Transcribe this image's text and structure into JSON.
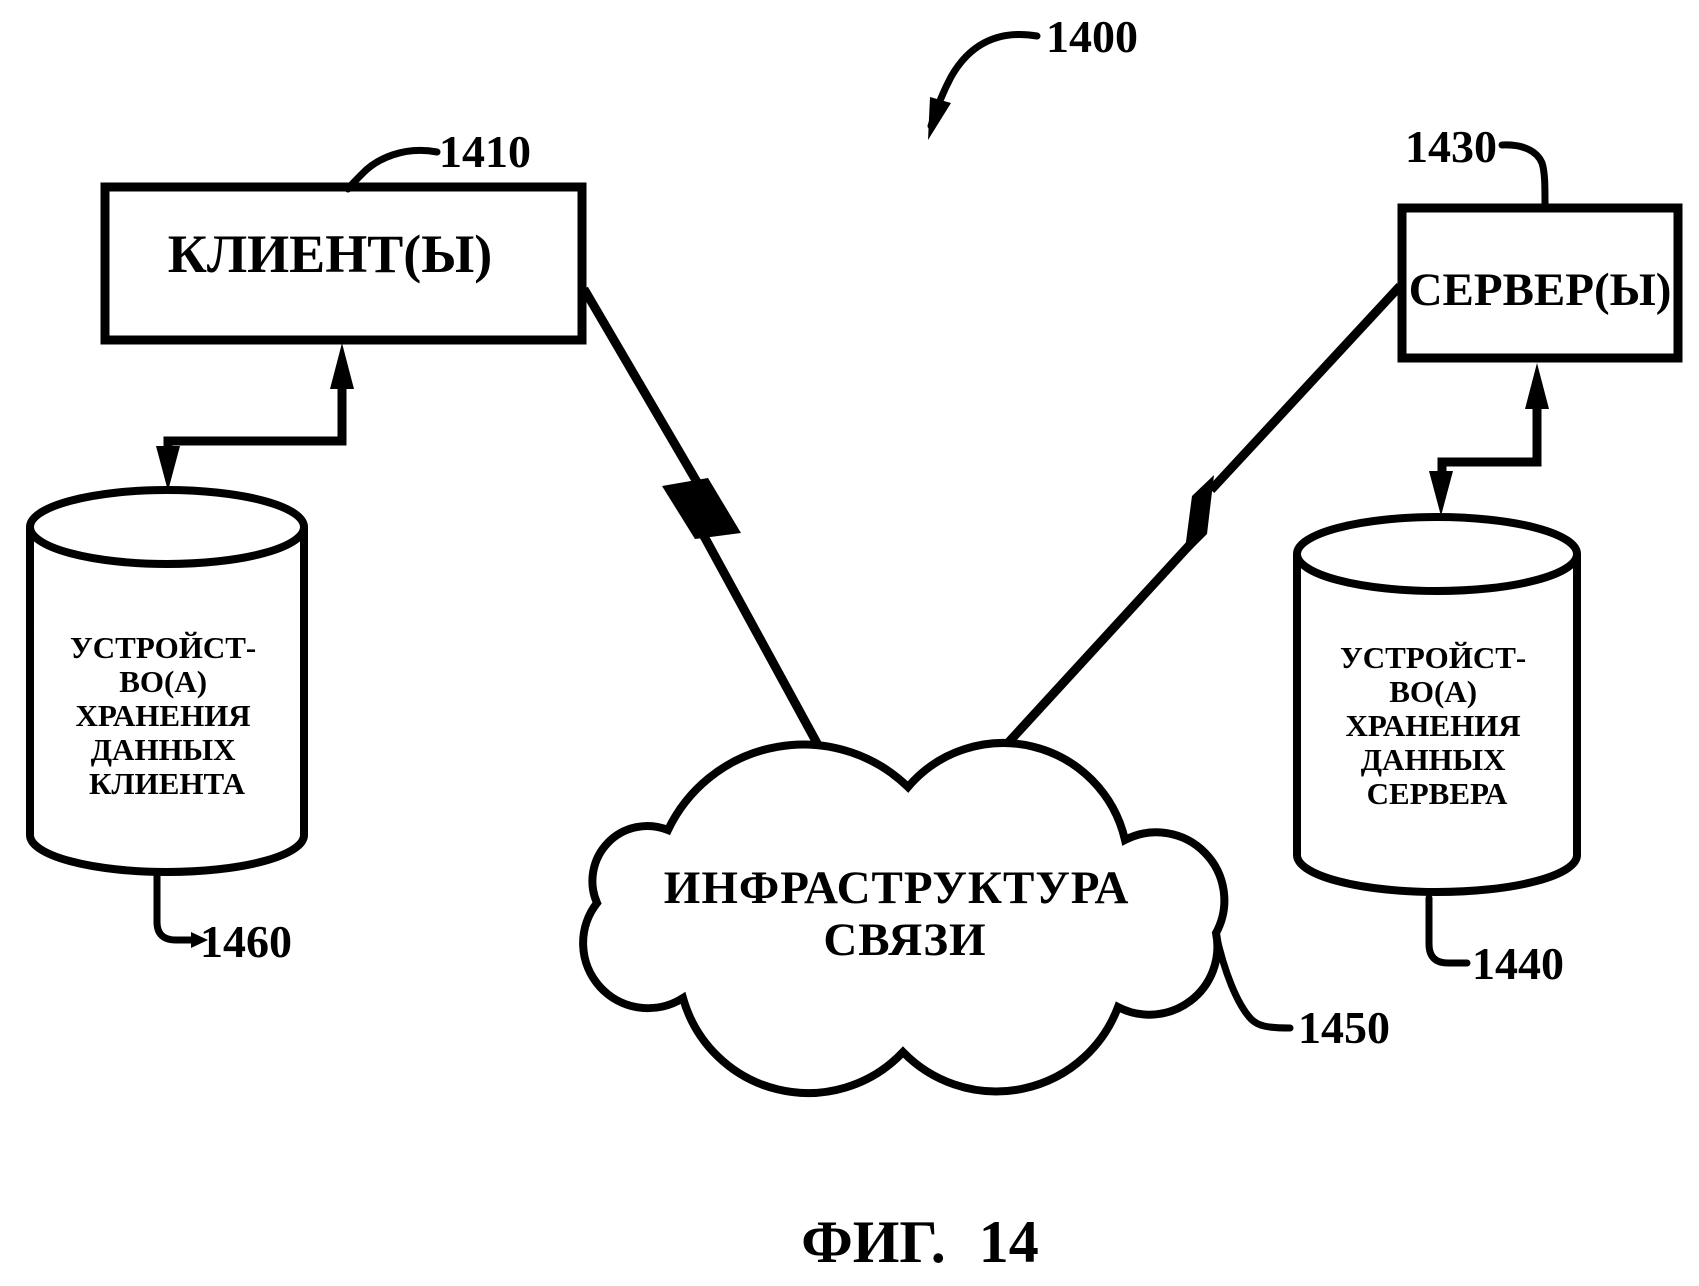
{
  "figure": {
    "ref": "1400",
    "caption": "ФИГ. 14"
  },
  "client": {
    "label": "КЛИЕНТ(Ы)",
    "ref": "1410"
  },
  "server": {
    "label": "СЕРВЕР(Ы)",
    "ref": "1430"
  },
  "client_storage": {
    "lines": [
      "УСТРОЙСТ-",
      "ВО(А)",
      "ХРАНЕНИЯ",
      "ДАННЫХ",
      "КЛИЕНТА"
    ],
    "ref": "1460"
  },
  "server_storage": {
    "lines": [
      "УСТРОЙСТ-",
      "ВО(А)",
      "ХРАНЕНИЯ",
      "ДАННЫХ",
      "СЕРВЕРА"
    ],
    "ref": "1440"
  },
  "network": {
    "lines": [
      "ИНФРАСТРУКТУРА",
      "СВЯЗИ"
    ],
    "ref": "1450"
  },
  "colors": {
    "ink": "#000000",
    "paper": "#ffffff"
  }
}
